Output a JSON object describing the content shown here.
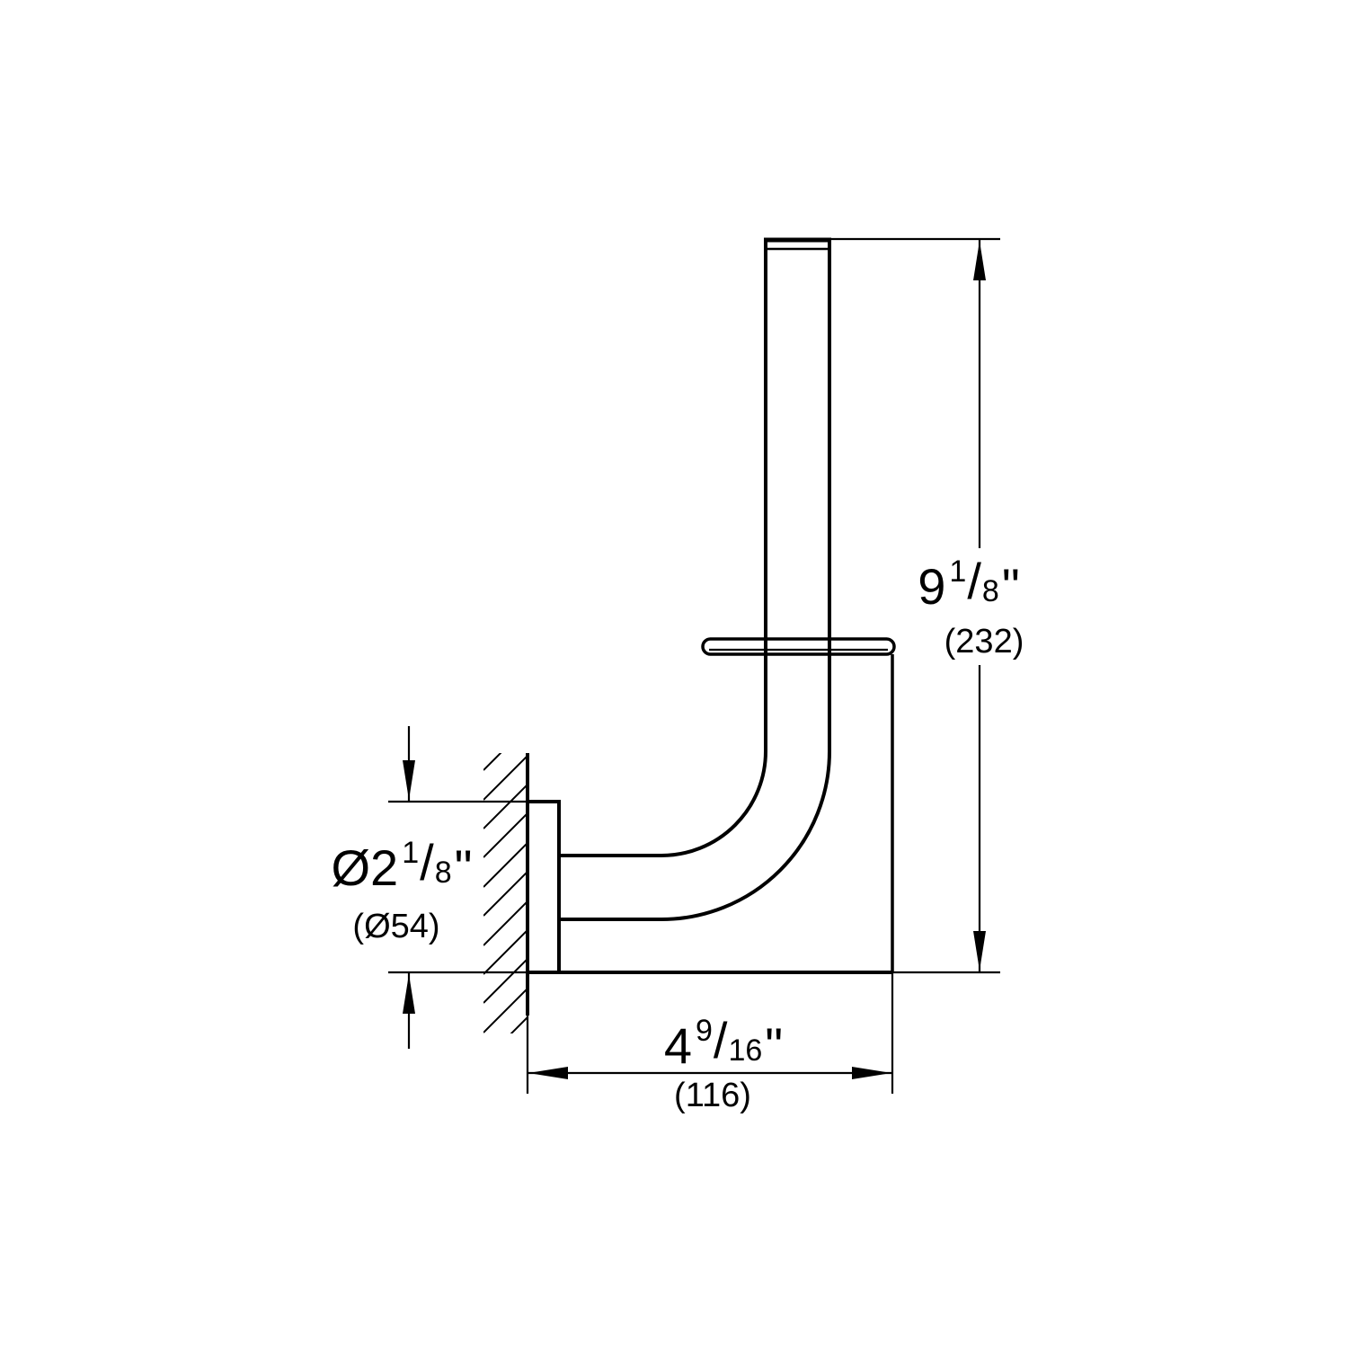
{
  "page": {
    "background": "#ffffff",
    "line_color": "#000000",
    "description": "Technical dimension drawing, side view, wall-mounted spare toilet paper holder"
  },
  "dimensions": {
    "height": {
      "imperial_whole": "9",
      "frac_num": "1",
      "frac_slash": "/",
      "frac_den": "8",
      "unit_mark": "\"",
      "metric": "(232)"
    },
    "plate_diameter": {
      "imperial_whole": "Ø2",
      "frac_num": "1",
      "frac_slash": "/",
      "frac_den": "8",
      "unit_mark": "\"",
      "metric": "(Ø54)"
    },
    "depth": {
      "imperial_whole": "4",
      "frac_num": "9",
      "frac_slash": "/",
      "frac_den": "16",
      "unit_mark": "\"",
      "metric": "(116)"
    }
  }
}
